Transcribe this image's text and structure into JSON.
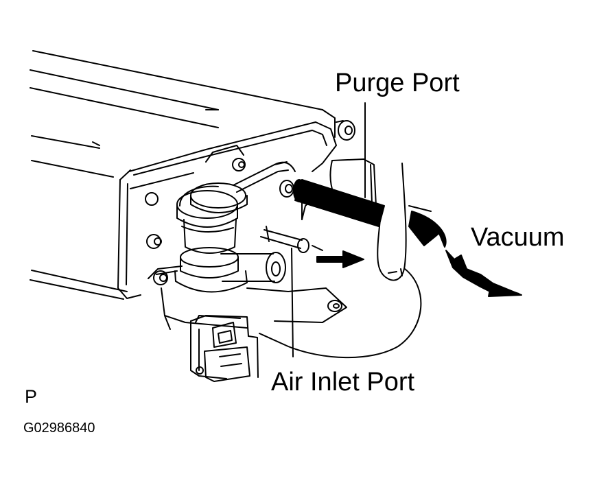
{
  "labels": {
    "purge_port": "Purge Port",
    "vacuum": "Vacuum",
    "air_inlet_port": "Air Inlet Port",
    "view_letter": "P",
    "figure_code": "G02986840"
  },
  "colors": {
    "ink": "#000000",
    "paper": "#ffffff"
  }
}
